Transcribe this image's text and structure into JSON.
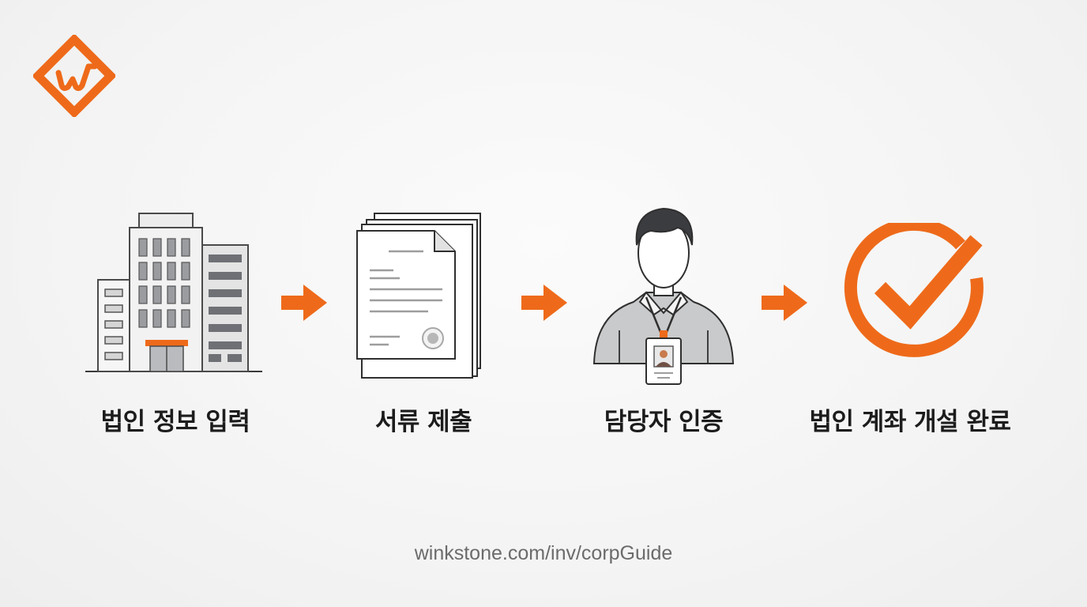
{
  "steps": [
    {
      "label": "법인 정보 입력",
      "icon": "building-icon"
    },
    {
      "label": "서류 제출",
      "icon": "documents-icon"
    },
    {
      "label": "담당자 인증",
      "icon": "person-id-badge-icon"
    },
    {
      "label": "법인 계좌 개설 완료",
      "icon": "check-circle-icon"
    }
  ],
  "footer": {
    "url": "winkstone.com/inv/corpGuide"
  },
  "colors": {
    "accent": "#ee6a1a",
    "text": "#1c1c1c",
    "muted": "#6b6b6b"
  }
}
